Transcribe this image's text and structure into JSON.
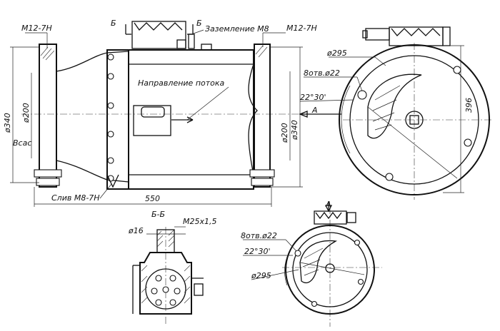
{
  "labels": {
    "thread_left": "M12-7H",
    "thread_right": "M12-7H",
    "section_mark_left": "Б",
    "section_mark_right": "Б",
    "grounding": "Заземление M8",
    "flow_direction": "Направление потока",
    "dia_340_left": "ø340",
    "dia_200_left": "ø200",
    "suction": "Всас",
    "drain": "Слив M8-7H",
    "length_550": "550",
    "dia_200_right": "ø200",
    "dia_340_right": "ø340",
    "view_a_arrow": "A",
    "dia_295_top": "ø295",
    "holes_top": "8отв.ø22",
    "angle_top": "22°30'",
    "height_396": "396",
    "section_title": "Б-Б",
    "dia_16": "ø16",
    "thread_m25": "M25x1,5",
    "view_a_label": "A",
    "holes_bottom": "8отв.ø22",
    "angle_bottom": "22°30'",
    "dia_295_bottom": "ø295"
  }
}
